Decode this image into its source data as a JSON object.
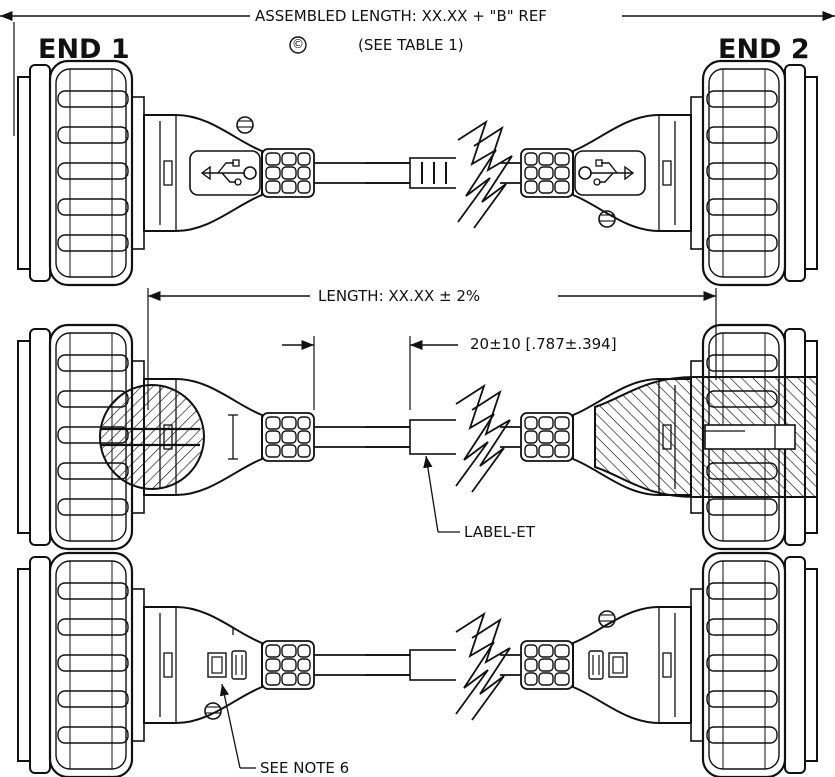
{
  "header": {
    "end1": "END 1",
    "end2": "END 2",
    "assembled_length": "ASSEMBLED LENGTH: XX.XX + \"B\" REF",
    "see_table": "(SEE TABLE 1)",
    "copyright_glyph": "©"
  },
  "middle_view": {
    "length": "LENGTH: XX.XX ± 2%",
    "label_offset": "20±10 [.787±.394]",
    "label_callout": "LABEL-ET"
  },
  "bottom_view": {
    "note_callout": "SEE NOTE 6"
  },
  "colors": {
    "line": "#111111",
    "background": "#ffffff"
  }
}
